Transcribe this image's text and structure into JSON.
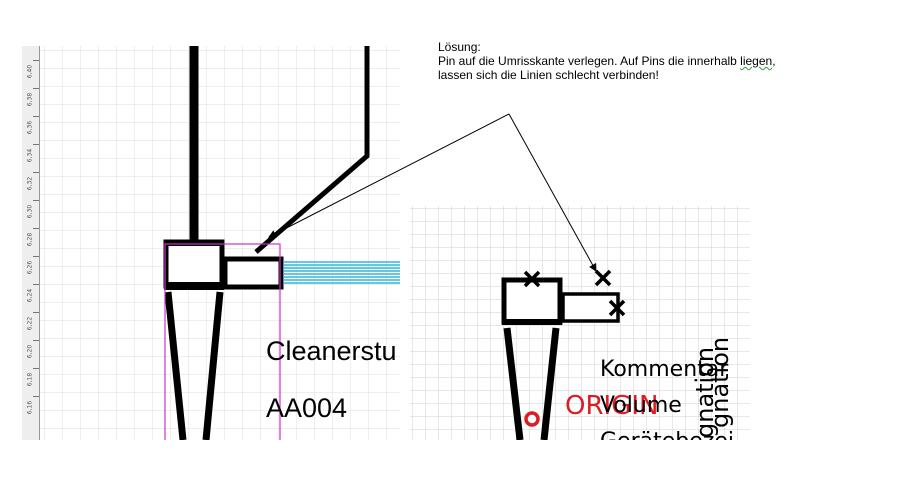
{
  "note": {
    "title": "Lösung:",
    "line1_pre": "Pin auf die Umrisskante verlegen. Auf Pins die innerhalb ",
    "line1_word": "liegen",
    "line1_post": ",",
    "line2": "lassen sich die Linien schlecht verbinden!"
  },
  "ruler": {
    "labels": [
      "6,40",
      "6,38",
      "6,36",
      "6,34",
      "6,32",
      "6,30",
      "6,28",
      "6,26",
      "6,24",
      "6,22",
      "6,20",
      "6,18",
      "6,16"
    ]
  },
  "left_view": {
    "label_name": "Cleanerstu",
    "label_id": "AA004"
  },
  "right_view": {
    "text_kommentar": "Kommentar",
    "text_origin": "ORIGIN",
    "text_volume": "Volume",
    "text_geraete": "Gerätebezei",
    "vertical_text_1": "gnation",
    "vertical_text_2": "gnation"
  },
  "colors": {
    "selection": "#cc33cc",
    "pipe_lines": "#33b5d6",
    "origin_red": "#dd1c24",
    "grid": "#dcdcdc",
    "squiggle": "#2f9b3f"
  }
}
